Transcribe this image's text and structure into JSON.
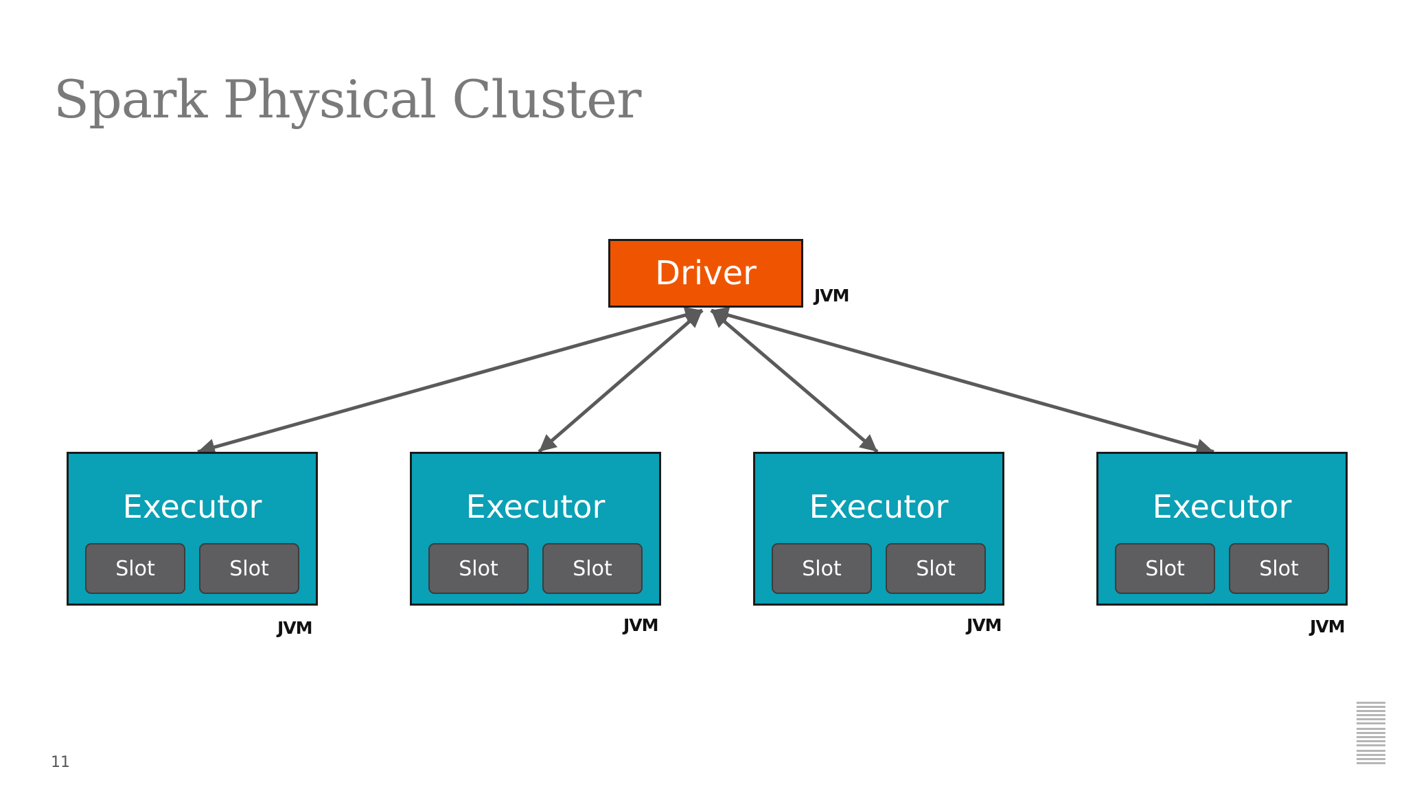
{
  "slide": {
    "title": "Spark Physical Cluster",
    "page_number": "11"
  },
  "driver": {
    "label": "Driver",
    "jvm_label": "JVM"
  },
  "executors": [
    {
      "label": "Executor",
      "slots": [
        "Slot",
        "Slot"
      ],
      "jvm_label": "JVM"
    },
    {
      "label": "Executor",
      "slots": [
        "Slot",
        "Slot"
      ],
      "jvm_label": "JVM"
    },
    {
      "label": "Executor",
      "slots": [
        "Slot",
        "Slot"
      ],
      "jvm_label": "JVM"
    },
    {
      "label": "Executor",
      "slots": [
        "Slot",
        "Slot"
      ],
      "jvm_label": "JVM"
    }
  ],
  "logo": {
    "text": "IBM",
    "icon": "ibm-logo-icon"
  },
  "colors": {
    "driver": "#ef5500",
    "executor": "#0aa0b5",
    "slot": "#5e5e60",
    "arrow": "#5a5a5a",
    "title": "#7a7a7a"
  }
}
